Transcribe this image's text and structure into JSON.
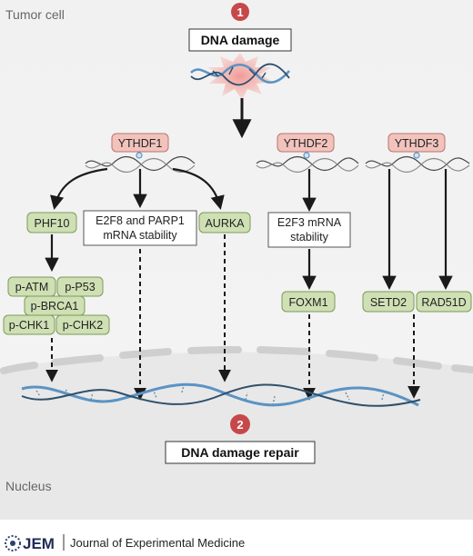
{
  "labels": {
    "tumor_cell": "Tumor cell",
    "nucleus": "Nucleus",
    "step1": "1",
    "step2": "2",
    "dna_damage": "DNA damage",
    "dna_damage_repair": "DNA damage repair"
  },
  "readers": {
    "ythdf1": "YTHDF1",
    "ythdf2": "YTHDF2",
    "ythdf3": "YTHDF3"
  },
  "targets": {
    "phf10": "PHF10",
    "e2f8_line1": "E2F8 and PARP1",
    "e2f8_line2": "mRNA stability",
    "aurka": "AURKA",
    "e2f3_line1": "E2F3 mRNA",
    "e2f3_line2": "stability",
    "foxm1": "FOXM1",
    "setd2": "SETD2",
    "rad51d": "RAD51D"
  },
  "phospho": {
    "p_atm": "p-ATM",
    "p_p53": "p-P53",
    "p_brca1": "p-BRCA1",
    "p_chk1": "p-CHK1",
    "p_chk2": "p-CHK2"
  },
  "footer": {
    "logo": "JEM",
    "journal": "Journal of Experimental Medicine"
  },
  "colors": {
    "reader_fill": "#f2c3bd",
    "reader_stroke": "#b9756c",
    "target_fill": "#cfe0b4",
    "target_stroke": "#7e9a5a",
    "badge": "#c7484a",
    "membrane": "#d9d9d9",
    "background_top": "#f2f2f2",
    "dna_blue": "#5b93c4"
  }
}
